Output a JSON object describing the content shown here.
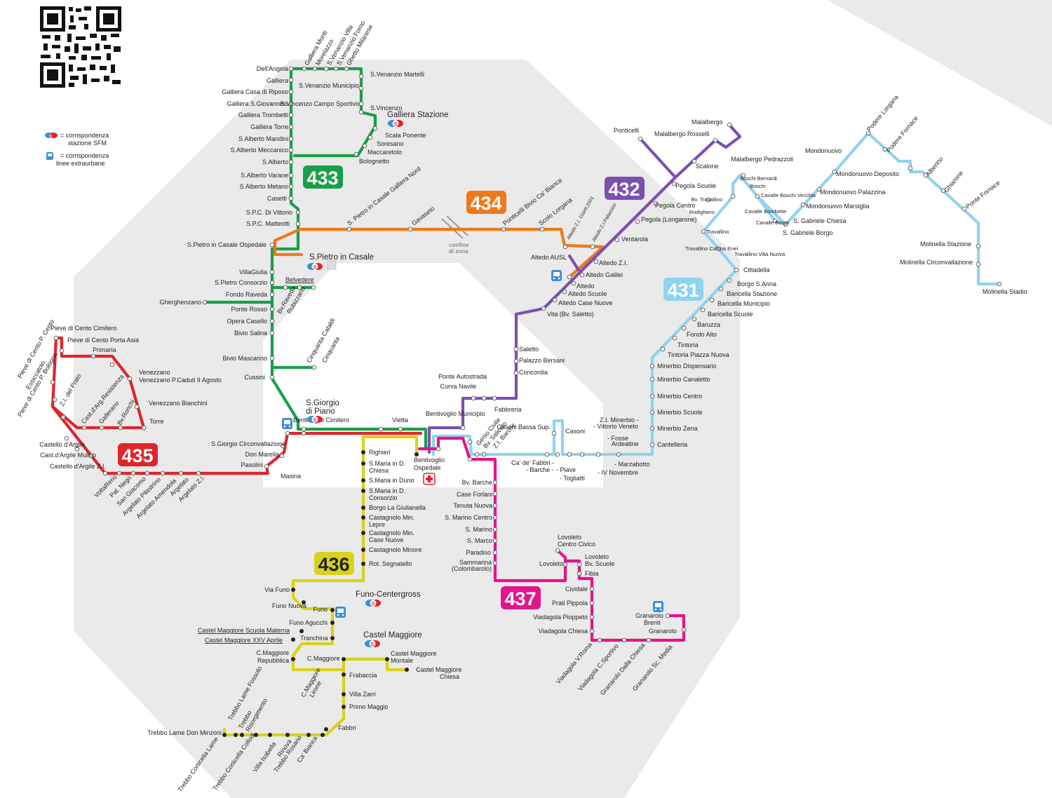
{
  "legend": {
    "sfm": "= corrispondenza stazione SFM",
    "sfm_1": "= corrispondenza",
    "sfm_2": "stazione SFM",
    "extra_1": "= corrispondenza",
    "extra_2": "linee extraurbane"
  },
  "zone_label": [
    "confine",
    "di zona"
  ],
  "lines": [
    {
      "number": "431",
      "color": "#8fd3f0"
    },
    {
      "number": "432",
      "color": "#7b4fb0"
    },
    {
      "number": "433",
      "color": "#1a9e4a"
    },
    {
      "number": "434",
      "color": "#f07818"
    },
    {
      "number": "435",
      "color": "#e0242b"
    },
    {
      "number": "436",
      "color": "#d9d21c"
    },
    {
      "number": "437",
      "color": "#e4148c"
    }
  ],
  "hubs": {
    "galliera_stazione": "Galliera Stazione",
    "s_pietro_in_casale": "S.Pietro in Casale",
    "s_giorgio_di_piano": [
      "S.Giorgio",
      "di Piano"
    ],
    "funo_centergross": "Funo-Centergross",
    "castel_maggiore": "Castel Maggiore",
    "bentivoglio_ospedale": [
      "Bentivoglio",
      "Ospedale"
    ]
  },
  "stops_433": [
    "Dell'Angela",
    "Galliera",
    "Galliera Casa di Riposo",
    "Galliera S.Giovannino",
    "Galliera Trombetti",
    "Galliera Torre",
    "S.Alberto Mandini",
    "S.Alberto Meccanico",
    "S.Alberto",
    "S.Alberto Varane",
    "S.Alberto Metano",
    "Casetti",
    "S.P.C. Di Vittorio",
    "S.P.C. Matteotti",
    "S.Pietro in Casale Ospedale",
    "VillaGiulia",
    "S.Pietro Consorzio",
    "Fondo Raveda",
    "Gherghenzano",
    "Ponte Rosso",
    "Opera Casello",
    "Bivio Salina",
    "Bivio Mascarino",
    "Cussini",
    "Belvedere",
    "Bv.Raveda",
    "Rubizzano",
    "Cinquanta Cataldi",
    "Cinquanta",
    "Galliera Monti",
    "Morelazzo",
    "S.Venanzio Villa",
    "S.Venanzio Forno",
    "Ghetto Milanese",
    "S.Venanzio Martelli",
    "S.Venanzio Municipio",
    "S.Vincenzo Campo Sportivo",
    "S.Vincenzo",
    "Scala Ponente",
    "Soresano",
    "Maccaretolo",
    "Bolognetto",
    "Bentivoglio Cimitero",
    "Vietta"
  ],
  "stops_434": [
    "S. Pietro in Casale Galliera Nord",
    "Gavaseto",
    "Ponticelli Bivio Ca' Bianca",
    "Scolo Lorgana",
    "Altedo Z.I. 11sett.2001",
    "Altedo Z.I.Palazzino",
    "Altedo AUSL"
  ],
  "stops_432": [
    "Malalbergo",
    "Malalbergo Rosselli",
    "Ponticelli",
    "Scalone",
    "Pegola Scuole",
    "Pegola Centro",
    "Pegola (Longarone)",
    "Ventarola",
    "Altedo Z.I.",
    "Altedo Galilei",
    "Altedo",
    "Altedo Scuole",
    "Altedo Case Nuove",
    "Vita (Bv. Saletto)",
    "Saletto",
    "Palazzo Bersani",
    "Concordia",
    "Ponte Autostrada",
    "Curva Navile",
    "Fabbreria",
    "Bentivoglio Municipio"
  ],
  "stops_431": [
    "Mondonuovo",
    "Podere Lorgana",
    "Podere Fornace",
    "Alberino",
    "Ghiarone",
    "Ponte Fornace",
    "Molinella Stazione",
    "Molinella Circonvallazione",
    "Molinella Stadio",
    "Mondonuovo Deposito",
    "Mondonuovo Palazzina",
    "Mondonuovo Marsiglia",
    "S. Gabriele Chiesa",
    "S. Gabriele Borgo",
    "Malalbergo Pedrazzoli",
    "Boschi Bernardi",
    "Boschi",
    "Cavalle Boschi Vecchia",
    "Cavalle Bombette",
    "Cavalle Borgo",
    "Bv. Travallino",
    "Rodighiero",
    "Travallino",
    "Travallino Cabina Enel",
    "Travallino Villa Nuova",
    "Cittadella",
    "Borgo S.Anna",
    "Baricella Stazione",
    "Baricella Municipio",
    "Baricella Scuole",
    "Baruzza",
    "Fondo Alto",
    "Tintoria",
    "Tintoria Piazza Nuova",
    "Minerbio Dispensario",
    "Minerbio Canaletto",
    "Minerbio Centro",
    "Minerbio Scuole",
    "Minerbio Zena",
    "Cantelleria",
    "Z.I. Minerbio -",
    "- Vittorio Veneto",
    "- Fosse",
    "Ardeatine",
    "- Marzabotto",
    "- IV Novembre",
    "Casoni",
    "Casoni Bassa Sup.",
    "Ca' de' Fabbri -",
    "- Barche -",
    "- Piave",
    "- Togliatti",
    "Genio Civile",
    "Bv. Saliceto",
    "Z.I. Barche"
  ],
  "stops_435": [
    "Pieve di Cento Cimitero",
    "Pieve di Cento Porta Asia",
    "Primaria",
    "Venezzano P.Caduti II Agosto",
    "Venezzano Bianchini",
    "Torre",
    "Pieve di Cento P. Cento",
    "Essiccatoio",
    "Pieve di Cento P. Bologna",
    "Z.I. del Prato",
    "Cast.d'Arg.Resistenza",
    "Galleranο",
    "Bv.Ronchi",
    "Castello d'Argile",
    "Cast.d'Argile Mulino",
    "Castello d'Argile Z.I.",
    "VoltaReno",
    "Pal. Negri",
    "San Giacomo",
    "Argelato Pilastrino",
    "Argelato Amendola",
    "Argelato",
    "Argelato Z.I.",
    "S.Giorgio Circonvallazione",
    "Don Marella",
    "Pasolini",
    "Masina"
  ],
  "stops_436": [
    "Righieri",
    "S.Maria in D. Chiesa",
    "S.Maria in Duno",
    "S.Maria in D. Consorzio",
    "Borgo La Giulianella",
    "Castagnolo Min. Lepre",
    "Castagnolo Min. Case Nuove",
    "Castagnolo Minore",
    "Rot. Segnatello",
    "Via Funo",
    "Funo Nuova",
    "Funo",
    "Funo Agucchi",
    "Castel Maggiore Scuola Materna",
    "Castel Maggiore XXV Aprile",
    "Tranchina",
    "C.Maggiore Repubblica",
    "C.Maggiore",
    "Castel Maggiore Montale",
    "Castel Maggiore Chiesa",
    "C.Maggiore Lirone",
    "Frabaccia",
    "Villa Zarri",
    "Primo Maggio",
    "Fabbri",
    "Trebbo Lame Don Minzoni",
    "Trebbo Lame Fossolo",
    "Trebbo Risorgimento",
    "Trebbo Corticella Lame",
    "Trebbo Corticella Collodi",
    "Villa Isabella",
    "Rinova",
    "Trebbo Rosario",
    "Ca' Bianca"
  ],
  "stops_437": [
    "Bv. Barche",
    "Case Forlani",
    "Tenuta Nuova",
    "S. Marino Centro",
    "S. Marino",
    "S. Marco",
    "Paradiso",
    "Sammarina (Colombarolo)",
    "Lovoleto Centro Civico",
    "Lovoleto",
    "Lovoleto Bv. Scuole",
    "Fibia",
    "Cividale",
    "Prati Pippola",
    "Viadagola Pioppeto",
    "Viadagola Chiesa",
    "Viadagola V.Roma",
    "Viadagola C.Sportivo",
    "Granarolo Dalla Chiesa",
    "Granarolo Sc. Media",
    "Granarolo Brenti",
    "Granarolo"
  ]
}
